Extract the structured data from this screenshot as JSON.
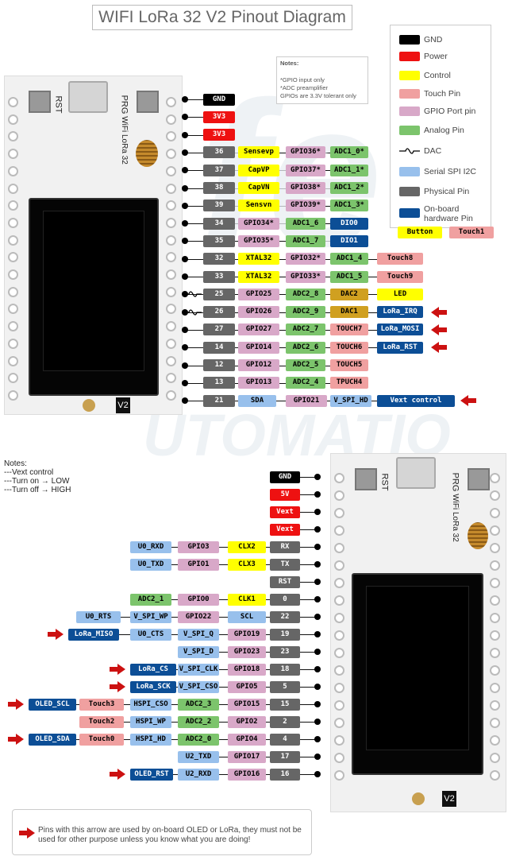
{
  "title": "WIFI LoRa 32 V2 Pinout Diagram",
  "colors": {
    "gnd": "#000000",
    "power": "#ee1111",
    "control": "#ffff00",
    "touch": "#f0a0a0",
    "gpio": "#d8a8c8",
    "analog": "#7cc46c",
    "spi": "#98c0ec",
    "physical": "#666666",
    "onboard": "#0c4e96",
    "arrow": "#cc1111"
  },
  "legend": {
    "items": [
      {
        "label": "GND",
        "type": "gnd"
      },
      {
        "label": "Power",
        "type": "power"
      },
      {
        "label": "Control",
        "type": "control"
      },
      {
        "label": "Touch Pin",
        "type": "touch"
      },
      {
        "label": "GPIO Port pin",
        "type": "gpio"
      },
      {
        "label": "Analog Pin",
        "type": "analog"
      },
      {
        "label": "DAC",
        "type": "dac"
      },
      {
        "label": "Serial SPI I2C",
        "type": "spi"
      },
      {
        "label": "Physical Pin",
        "type": "physical"
      },
      {
        "label": "On-board hardware Pin",
        "type": "onboard"
      }
    ],
    "button_label": "Button",
    "touch1_label": "Touch1"
  },
  "notes": {
    "heading": "Notes:",
    "line1": "*GPIO input only",
    "line2": "*ADC preamplifier",
    "line3": "GPIOs are  3.3V tolerant only"
  },
  "vext_notes": {
    "heading": "Notes:",
    "line1": "---Vext control",
    "line2": "---Turn on  →  LOW",
    "line3": "---Turn off  →  HIGH"
  },
  "board": {
    "button_left": "RST",
    "button_right": "PRG",
    "side_text": "WiFi LoRa 32",
    "version": "V2"
  },
  "right_pins": [
    {
      "arrow": false,
      "dac": false,
      "labels": [
        {
          "t": "GND",
          "c": "gnd"
        }
      ]
    },
    {
      "arrow": false,
      "dac": false,
      "labels": [
        {
          "t": "3V3",
          "c": "power"
        }
      ]
    },
    {
      "arrow": false,
      "dac": false,
      "labels": [
        {
          "t": "3V3",
          "c": "power"
        }
      ]
    },
    {
      "arrow": false,
      "dac": false,
      "labels": [
        {
          "t": "36",
          "c": "physical"
        },
        {
          "t": "Sensevp",
          "c": "control"
        },
        {
          "t": "GPIO36*",
          "c": "gpio"
        },
        {
          "t": "ADC1_0*",
          "c": "analog"
        }
      ]
    },
    {
      "arrow": false,
      "dac": false,
      "labels": [
        {
          "t": "37",
          "c": "physical"
        },
        {
          "t": "CapVP",
          "c": "control"
        },
        {
          "t": "GPIO37*",
          "c": "gpio"
        },
        {
          "t": "ADC1_1*",
          "c": "analog"
        }
      ]
    },
    {
      "arrow": false,
      "dac": false,
      "labels": [
        {
          "t": "38",
          "c": "physical"
        },
        {
          "t": "CapVN",
          "c": "control"
        },
        {
          "t": "GPIO38*",
          "c": "gpio"
        },
        {
          "t": "ADC1_2*",
          "c": "analog"
        }
      ]
    },
    {
      "arrow": false,
      "dac": false,
      "labels": [
        {
          "t": "39",
          "c": "physical"
        },
        {
          "t": "Sensvn",
          "c": "control"
        },
        {
          "t": "GPIO39*",
          "c": "gpio"
        },
        {
          "t": "ADC1_3*",
          "c": "analog"
        }
      ]
    },
    {
      "arrow": false,
      "dac": false,
      "labels": [
        {
          "t": "34",
          "c": "physical"
        },
        {
          "t": "GPIO34*",
          "c": "gpio"
        },
        {
          "t": "ADC1_6",
          "c": "analog"
        },
        {
          "t": "DIO0",
          "c": "onboard"
        }
      ]
    },
    {
      "arrow": false,
      "dac": false,
      "labels": [
        {
          "t": "35",
          "c": "physical"
        },
        {
          "t": "GPIO35*",
          "c": "gpio"
        },
        {
          "t": "ADC1_7",
          "c": "analog"
        },
        {
          "t": "DIO1",
          "c": "onboard"
        }
      ]
    },
    {
      "arrow": false,
      "dac": false,
      "labels": [
        {
          "t": "32",
          "c": "physical"
        },
        {
          "t": "XTAL32",
          "c": "control"
        },
        {
          "t": "GPIO32*",
          "c": "gpio"
        },
        {
          "t": "ADC1_4",
          "c": "analog"
        },
        {
          "t": "Touch8",
          "c": "touch"
        }
      ]
    },
    {
      "arrow": false,
      "dac": false,
      "labels": [
        {
          "t": "33",
          "c": "physical"
        },
        {
          "t": "XTAL32",
          "c": "control"
        },
        {
          "t": "GPIO33*",
          "c": "gpio"
        },
        {
          "t": "ADC1_5",
          "c": "analog"
        },
        {
          "t": "Touch9",
          "c": "touch"
        }
      ]
    },
    {
      "arrow": false,
      "dac": true,
      "labels": [
        {
          "t": "25",
          "c": "physical"
        },
        {
          "t": "GPIO25",
          "c": "gpio"
        },
        {
          "t": "ADC2_8",
          "c": "analog"
        },
        {
          "t": "DAC2",
          "c": "dac"
        },
        {
          "t": "LED",
          "c": "control"
        }
      ]
    },
    {
      "arrow": true,
      "dac": true,
      "labels": [
        {
          "t": "26",
          "c": "physical"
        },
        {
          "t": "GPIO26",
          "c": "gpio"
        },
        {
          "t": "ADC2_9",
          "c": "analog"
        },
        {
          "t": "DAC1",
          "c": "dac"
        },
        {
          "t": "LoRa_IRQ",
          "c": "onboard"
        }
      ]
    },
    {
      "arrow": true,
      "dac": false,
      "labels": [
        {
          "t": "27",
          "c": "physical"
        },
        {
          "t": "GPIO27",
          "c": "gpio"
        },
        {
          "t": "ADC2_7",
          "c": "analog"
        },
        {
          "t": "TOUCH7",
          "c": "touch"
        },
        {
          "t": "LoRa_MOSI",
          "c": "onboard"
        }
      ]
    },
    {
      "arrow": true,
      "dac": false,
      "labels": [
        {
          "t": "14",
          "c": "physical"
        },
        {
          "t": "GPIO14",
          "c": "gpio"
        },
        {
          "t": "ADC2_6",
          "c": "analog"
        },
        {
          "t": "TOUCH6",
          "c": "touch"
        },
        {
          "t": "LoRa_RST",
          "c": "onboard"
        }
      ]
    },
    {
      "arrow": false,
      "dac": false,
      "labels": [
        {
          "t": "12",
          "c": "physical"
        },
        {
          "t": "GPIO12",
          "c": "gpio"
        },
        {
          "t": "ADC2_5",
          "c": "analog"
        },
        {
          "t": "TOUCH5",
          "c": "touch"
        }
      ]
    },
    {
      "arrow": false,
      "dac": false,
      "labels": [
        {
          "t": "13",
          "c": "physical"
        },
        {
          "t": "GPIO13",
          "c": "gpio"
        },
        {
          "t": "ADC2_4",
          "c": "analog"
        },
        {
          "t": "TPUCH4",
          "c": "touch"
        }
      ]
    },
    {
      "arrow": true,
      "dac": false,
      "labels": [
        {
          "t": "21",
          "c": "physical"
        },
        {
          "t": "SDA",
          "c": "spi"
        },
        {
          "t": "GPIO21",
          "c": "gpio"
        },
        {
          "t": "V_SPI_HD",
          "c": "spi"
        },
        {
          "t": "Vext control",
          "c": "onboard"
        }
      ]
    }
  ],
  "left_pins": [
    {
      "arrow": false,
      "labels": [
        {
          "t": "GND",
          "c": "gnd"
        }
      ]
    },
    {
      "arrow": false,
      "labels": [
        {
          "t": "5V",
          "c": "power"
        }
      ]
    },
    {
      "arrow": false,
      "labels": [
        {
          "t": "Vext",
          "c": "power"
        }
      ]
    },
    {
      "arrow": false,
      "labels": [
        {
          "t": "Vext",
          "c": "power"
        }
      ]
    },
    {
      "arrow": false,
      "labels": [
        {
          "t": "RX",
          "c": "physical"
        },
        {
          "t": "CLX2",
          "c": "control"
        },
        {
          "t": "GPIO3",
          "c": "gpio"
        },
        {
          "t": "U0_RXD",
          "c": "spi"
        }
      ]
    },
    {
      "arrow": false,
      "labels": [
        {
          "t": "TX",
          "c": "physical"
        },
        {
          "t": "CLX3",
          "c": "control"
        },
        {
          "t": "GPIO1",
          "c": "gpio"
        },
        {
          "t": "U0_TXD",
          "c": "spi"
        }
      ]
    },
    {
      "arrow": false,
      "labels": [
        {
          "t": "RST",
          "c": "physical"
        }
      ]
    },
    {
      "arrow": false,
      "labels": [
        {
          "t": "0",
          "c": "physical"
        },
        {
          "t": "CLK1",
          "c": "control"
        },
        {
          "t": "GPIO0",
          "c": "gpio"
        },
        {
          "t": "ADC2_1",
          "c": "analog"
        }
      ]
    },
    {
      "arrow": false,
      "labels": [
        {
          "t": "22",
          "c": "physical"
        },
        {
          "t": "SCL",
          "c": "spi"
        },
        {
          "t": "GPIO22",
          "c": "gpio"
        },
        {
          "t": "V_SPI_WP",
          "c": "spi"
        },
        {
          "t": "U0_RTS",
          "c": "spi"
        }
      ]
    },
    {
      "arrow": true,
      "labels": [
        {
          "t": "19",
          "c": "physical"
        },
        {
          "t": "GPIO19",
          "c": "gpio"
        },
        {
          "t": "V_SPI_Q",
          "c": "spi"
        },
        {
          "t": "U0_CTS",
          "c": "spi"
        },
        {
          "t": "LoRa_MISO",
          "c": "onboard"
        }
      ]
    },
    {
      "arrow": false,
      "labels": [
        {
          "t": "23",
          "c": "physical"
        },
        {
          "t": "GPIO23",
          "c": "gpio"
        },
        {
          "t": "V_SPI_D",
          "c": "spi"
        }
      ]
    },
    {
      "arrow": true,
      "labels": [
        {
          "t": "18",
          "c": "physical"
        },
        {
          "t": "GPIO18",
          "c": "gpio"
        },
        {
          "t": "V_SPI_CLK",
          "c": "spi"
        },
        {
          "t": "LoRa_CS",
          "c": "onboard"
        }
      ]
    },
    {
      "arrow": true,
      "labels": [
        {
          "t": "5",
          "c": "physical"
        },
        {
          "t": "GPIO5",
          "c": "gpio"
        },
        {
          "t": "V_SPI_CSO",
          "c": "spi"
        },
        {
          "t": "LoRa_SCK",
          "c": "onboard"
        }
      ]
    },
    {
      "arrow": true,
      "labels": [
        {
          "t": "15",
          "c": "physical"
        },
        {
          "t": "GPIO15",
          "c": "gpio"
        },
        {
          "t": "ADC2_3",
          "c": "analog"
        },
        {
          "t": "HSPI_CSO",
          "c": "spi"
        },
        {
          "t": "Touch3",
          "c": "touch"
        },
        {
          "t": "OLED_SCL",
          "c": "onboard"
        }
      ]
    },
    {
      "arrow": false,
      "labels": [
        {
          "t": "2",
          "c": "physical"
        },
        {
          "t": "GPIO2",
          "c": "gpio"
        },
        {
          "t": "ADC2_2",
          "c": "analog"
        },
        {
          "t": "HSPI_WP",
          "c": "spi"
        },
        {
          "t": "Touch2",
          "c": "touch"
        }
      ]
    },
    {
      "arrow": true,
      "labels": [
        {
          "t": "4",
          "c": "physical"
        },
        {
          "t": "GPIO4",
          "c": "gpio"
        },
        {
          "t": "ADC2_0",
          "c": "analog"
        },
        {
          "t": "HSPI_HD",
          "c": "spi"
        },
        {
          "t": "Touch0",
          "c": "touch"
        },
        {
          "t": "OLED_SDA",
          "c": "onboard"
        }
      ]
    },
    {
      "arrow": false,
      "labels": [
        {
          "t": "17",
          "c": "physical"
        },
        {
          "t": "GPIO17",
          "c": "gpio"
        },
        {
          "t": "U2_TXD",
          "c": "spi"
        }
      ]
    },
    {
      "arrow": true,
      "labels": [
        {
          "t": "16",
          "c": "physical"
        },
        {
          "t": "GPIO16",
          "c": "gpio"
        },
        {
          "t": "U2_RXD",
          "c": "spi"
        },
        {
          "t": "OLED_RST",
          "c": "onboard"
        }
      ]
    }
  ],
  "warning": "Pins with this arrow are used by on-board OLED or LoRa, they must not be used for other purpose unless you know what you are doing!"
}
